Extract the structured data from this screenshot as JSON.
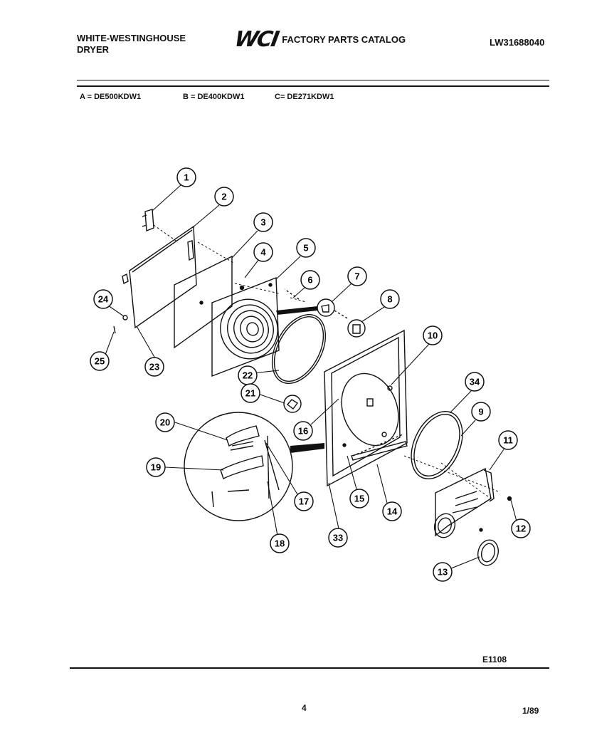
{
  "header": {
    "brand_line1": "WHITE-WESTINGHOUSE",
    "brand_line2": "DRYER",
    "logo_text": "WCI",
    "catalog_title": "FACTORY PARTS CATALOG",
    "catalog_number": "LW31688040"
  },
  "models": [
    {
      "label": "A = DE500KDW1"
    },
    {
      "label": "B = DE400KDW1"
    },
    {
      "label": "C= DE271KDW1"
    }
  ],
  "callouts": [
    {
      "num": "1"
    },
    {
      "num": "2"
    },
    {
      "num": "3"
    },
    {
      "num": "4"
    },
    {
      "num": "5"
    },
    {
      "num": "6"
    },
    {
      "num": "7"
    },
    {
      "num": "8"
    },
    {
      "num": "10"
    },
    {
      "num": "24"
    },
    {
      "num": "25"
    },
    {
      "num": "23"
    },
    {
      "num": "22"
    },
    {
      "num": "21"
    },
    {
      "num": "34"
    },
    {
      "num": "9"
    },
    {
      "num": "11"
    },
    {
      "num": "20"
    },
    {
      "num": "16"
    },
    {
      "num": "19"
    },
    {
      "num": "17"
    },
    {
      "num": "15"
    },
    {
      "num": "14"
    },
    {
      "num": "12"
    },
    {
      "num": "33"
    },
    {
      "num": "18"
    },
    {
      "num": "13"
    }
  ],
  "footer": {
    "diagram_code": "E1108",
    "page_number": "4",
    "date_code": "1/89"
  }
}
